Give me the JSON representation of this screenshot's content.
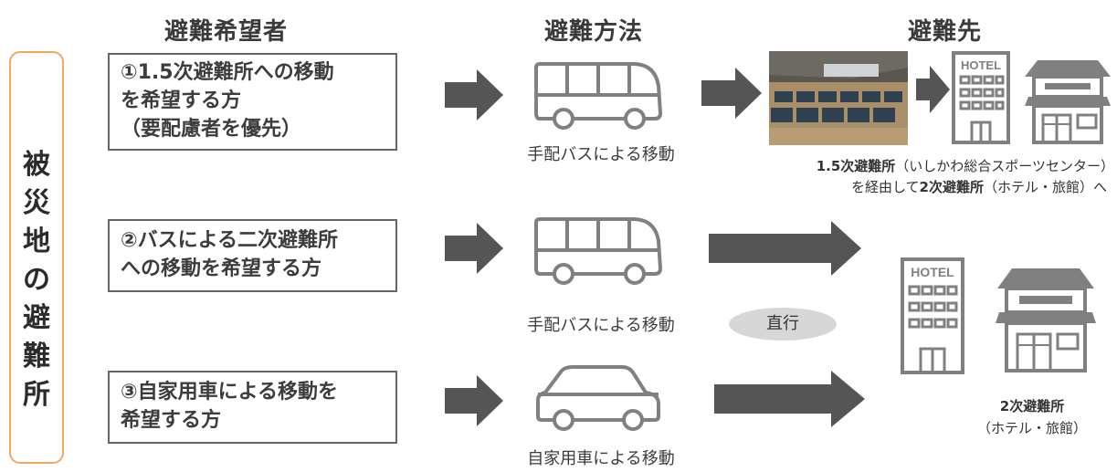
{
  "side_label": "被災地の避難所",
  "headers": {
    "evacuees": "避難希望者",
    "method": "避難方法",
    "destination": "避難先"
  },
  "rows": [
    {
      "request": "①1.5次避難所への移動\nを希望する方\n（要配慮者を優先）",
      "method_label": "手配バスによる移動",
      "method_icon": "bus-icon"
    },
    {
      "request": "②バスによる二次避難所\nへの移動を希望する方",
      "method_label": "手配バスによる移動",
      "method_icon": "bus-icon"
    },
    {
      "request": "③自家用車による移動を\n希望する方",
      "method_label": "自家用車による移動",
      "method_icon": "car-icon"
    }
  ],
  "dest1": {
    "line1_bold": "1.5次避難所",
    "line1_rest": "（いしかわ総合スポーツセンター）",
    "line2_pre": "を経由して",
    "line2_bold": "2次避難所",
    "line2_rest": "（ホテル・旅館）へ"
  },
  "direct_label": "直行",
  "dest2": {
    "title": "2次避難所",
    "subtitle": "（ホテル・旅館）"
  },
  "hotel_sign": "HOTEL",
  "colors": {
    "arrow": "#555555",
    "icon_gray": "#808080",
    "side_border": "#f0a860",
    "oval": "#d7d7d7"
  }
}
